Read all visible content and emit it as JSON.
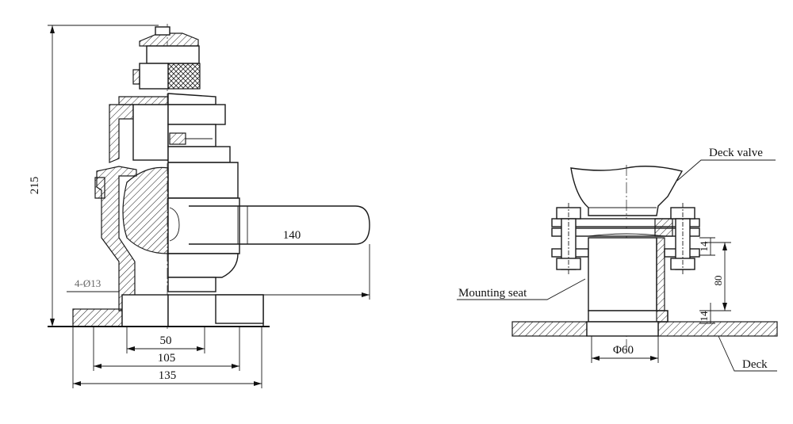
{
  "left_view": {
    "dimensions": {
      "overall_height": "215",
      "handle_length": "140",
      "hole_spec": "4-Ø13",
      "inner_width": "50",
      "bolt_circle": "105",
      "flange_width": "135"
    }
  },
  "right_view": {
    "labels": {
      "deck_valve": "Deck valve",
      "mounting_seat": "Mounting seat",
      "deck": "Deck"
    },
    "dimensions": {
      "upper_gap": "14",
      "seat_height": "80",
      "lower_gap": "14",
      "bore_diameter": "Φ60"
    }
  }
}
